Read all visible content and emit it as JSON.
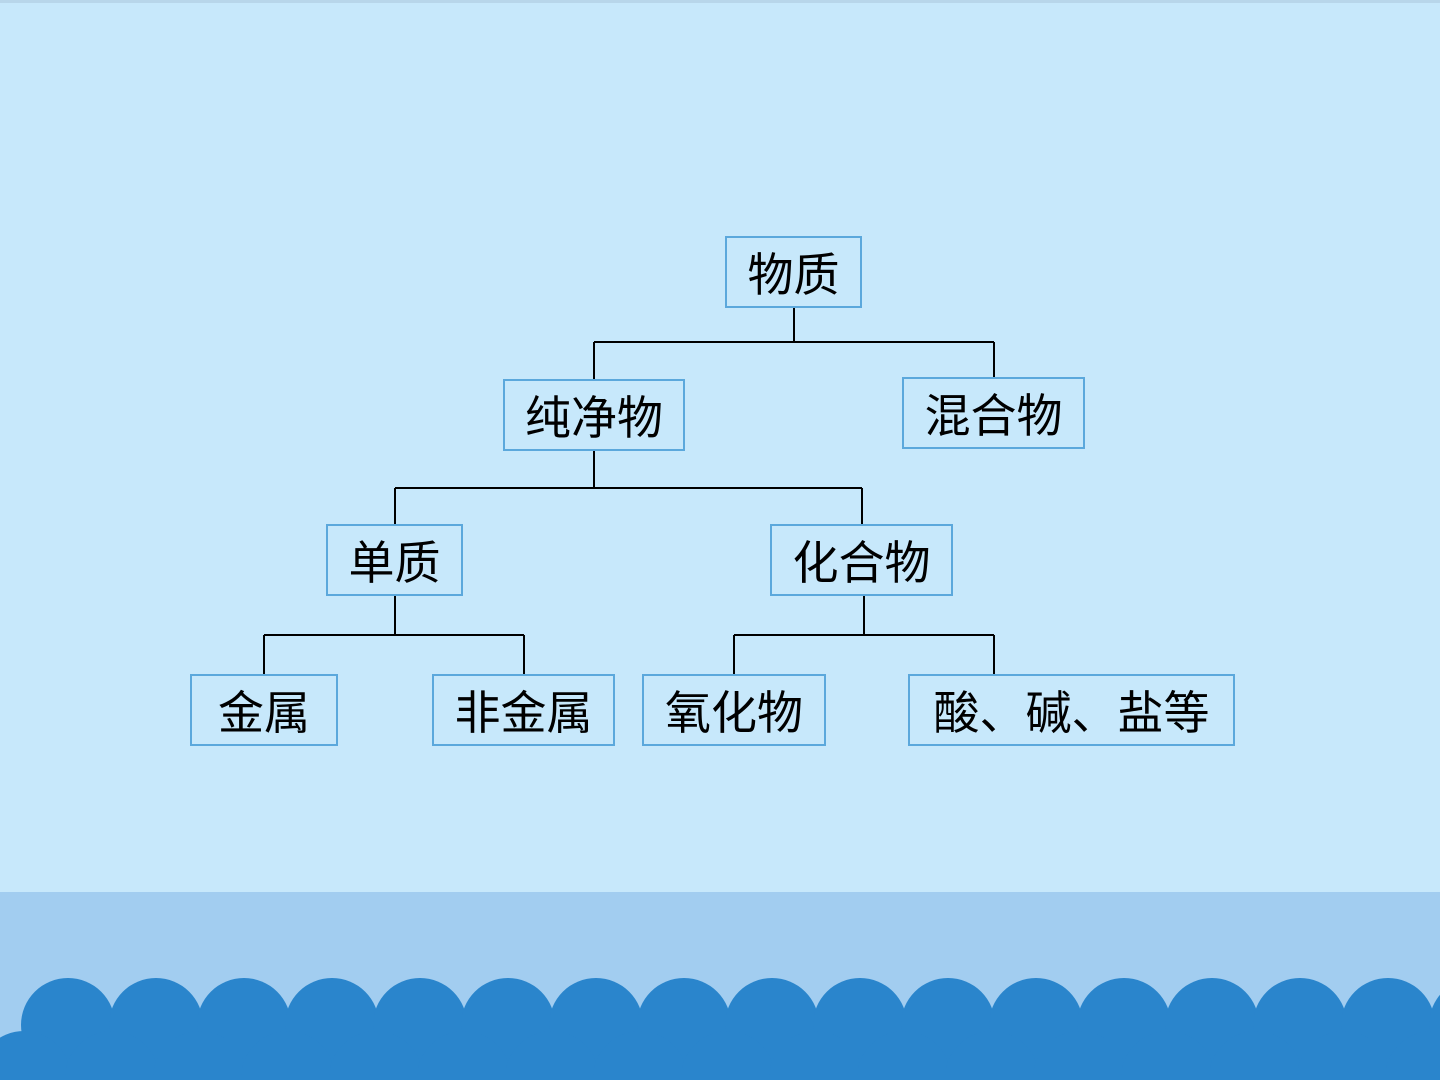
{
  "diagram": {
    "nodes": {
      "root": "物质",
      "pure": "纯净物",
      "mixture": "混合物",
      "element": "单质",
      "compound": "化合物",
      "metal": "金属",
      "nonmetal": "非金属",
      "oxide": "氧化物",
      "acid_base_salt": "酸、碱、盐等"
    },
    "edges": [
      [
        "root",
        "pure"
      ],
      [
        "root",
        "mixture"
      ],
      [
        "pure",
        "element"
      ],
      [
        "pure",
        "compound"
      ],
      [
        "element",
        "metal"
      ],
      [
        "element",
        "nonmetal"
      ],
      [
        "compound",
        "oxide"
      ],
      [
        "compound",
        "acid_base_salt"
      ]
    ]
  },
  "colors": {
    "background": "#c7e8fb",
    "box_border": "#5ba8dc",
    "connector": "#000000",
    "band": "#a2cdf0",
    "wave": "#2a85cc"
  }
}
